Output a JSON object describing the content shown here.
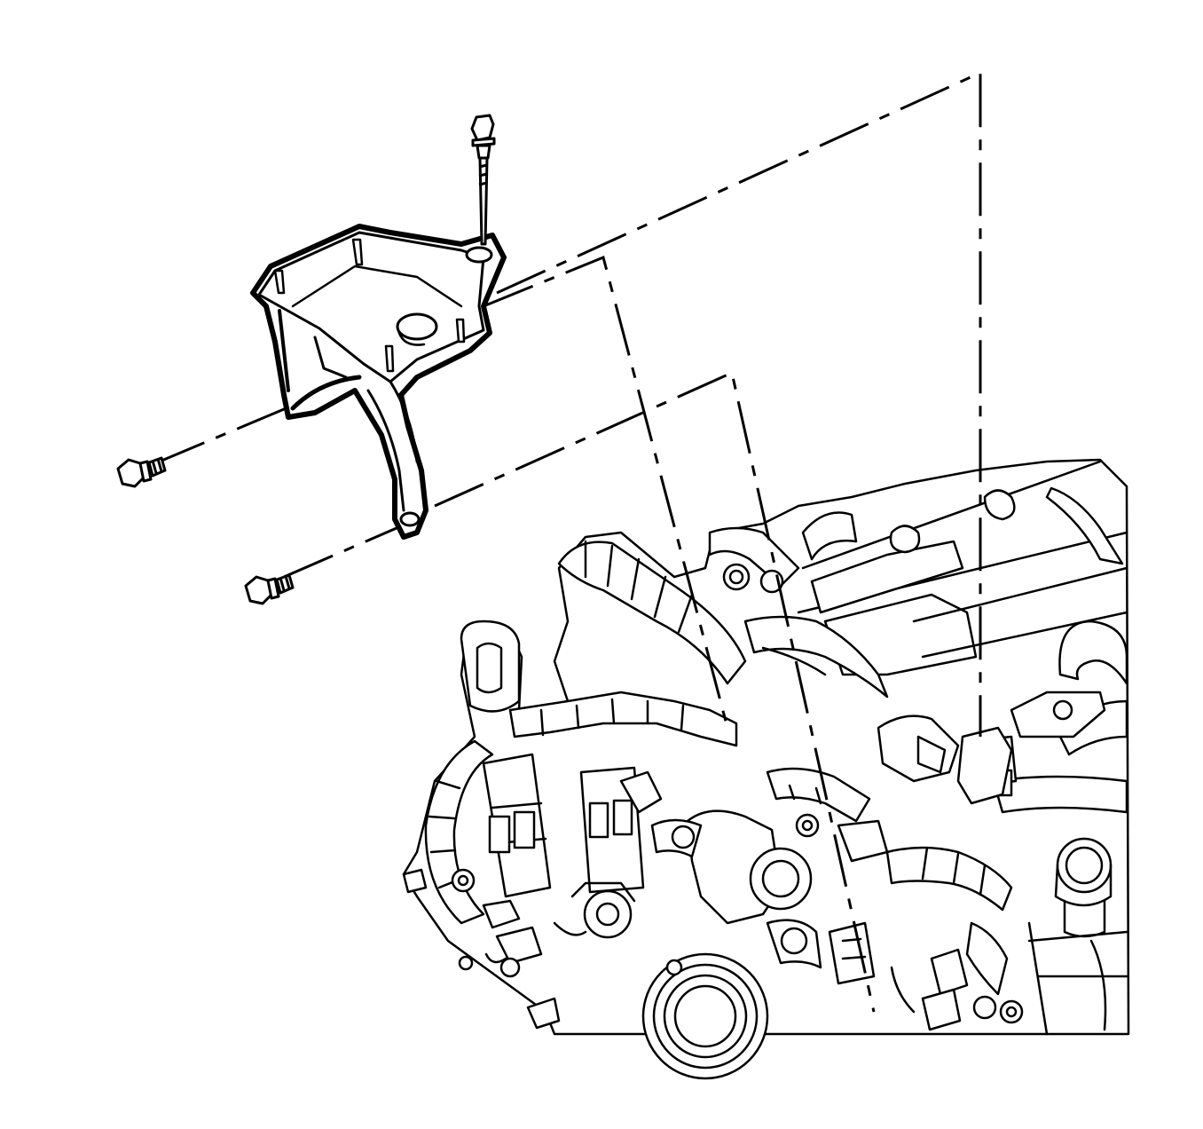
{
  "diagram": {
    "ink_color": "#000000",
    "paper_color": "#ffffff",
    "parts": [
      "bracket",
      "bolt-top",
      "bolt-left-upper",
      "bolt-left-lower",
      "engine-assembly"
    ]
  }
}
